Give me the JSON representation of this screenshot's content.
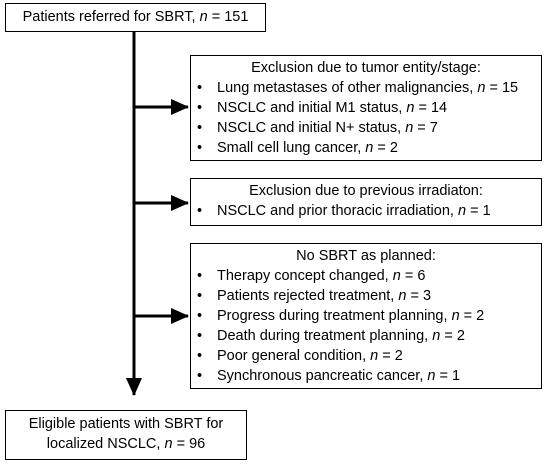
{
  "top_box": {
    "text": "Patients referred for SBRT, ",
    "n_label": "n",
    "value": " = 151"
  },
  "box1": {
    "title": "Exclusion due to tumor entity/stage:",
    "items": [
      {
        "text": "Lung metastases of other malignancies, ",
        "n_label": "n",
        "value": " = 15"
      },
      {
        "text": "NSCLC and initial M1 status, ",
        "n_label": "n",
        "value": " = 14"
      },
      {
        "text": "NSCLC and initial N+ status, ",
        "n_label": "n",
        "value": " = 7"
      },
      {
        "text": "Small cell lung cancer, ",
        "n_label": "n",
        "value": " = 2"
      }
    ]
  },
  "box2": {
    "title": "Exclusion due to previous irradiaton:",
    "items": [
      {
        "text": "NSCLC and prior thoracic irradiation, ",
        "n_label": "n",
        "value": " = 1"
      }
    ]
  },
  "box3": {
    "title": "No SBRT as planned:",
    "items": [
      {
        "text": "Therapy concept changed, ",
        "n_label": "n",
        "value": " = 6"
      },
      {
        "text": "Patients rejected treatment, ",
        "n_label": "n",
        "value": " = 3"
      },
      {
        "text": "Progress during treatment planning, ",
        "n_label": "n",
        "value": " = 2"
      },
      {
        "text": "Death during treatment planning, ",
        "n_label": "n",
        "value": " = 2"
      },
      {
        "text": "Poor general condition, ",
        "n_label": "n",
        "value": " = 2"
      },
      {
        "text": "Synchronous pancreatic cancer, ",
        "n_label": "n",
        "value": " = 1"
      }
    ]
  },
  "bottom_box": {
    "line1": "Eligible patients with SBRT for",
    "line2": "localized NSCLC, ",
    "n_label": "n",
    "value": " = 96"
  },
  "bullet": "•"
}
